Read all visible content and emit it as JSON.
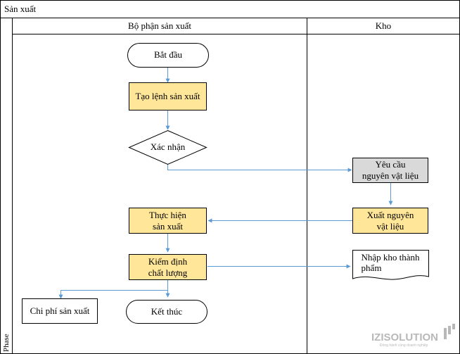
{
  "diagram": {
    "title": "Sản xuất",
    "phase_label": "Phase",
    "lanes": [
      {
        "name": "Bộ phận sản xuất"
      },
      {
        "name": "Kho"
      }
    ],
    "nodes": {
      "start": "Bắt đầu",
      "create_order": "Tạo lệnh sản xuất",
      "confirm": "Xác nhận",
      "request_materials_line1": "Yêu cầu",
      "request_materials_line2": "nguyên vật liệu",
      "issue_materials_line1": "Xuất nguyên",
      "issue_materials_line2": "vật liệu",
      "perform_line1": "Thực hiện",
      "perform_line2": "sản xuất",
      "inspect_line1": "Kiểm định",
      "inspect_line2": "chất lượng",
      "receive_line1": "Nhập kho thành",
      "receive_line2": "phẩm",
      "cost": "Chi phí sản xuất",
      "end": "Kết thúc"
    },
    "watermark": {
      "brand": "IZISOLUTION",
      "tagline": "Đồng hành cùng doanh nghiệp"
    },
    "colors": {
      "process_fill": "#FFE699",
      "request_fill": "#D9D9D9",
      "connector": "#5B9BD5",
      "border": "#000000"
    }
  }
}
